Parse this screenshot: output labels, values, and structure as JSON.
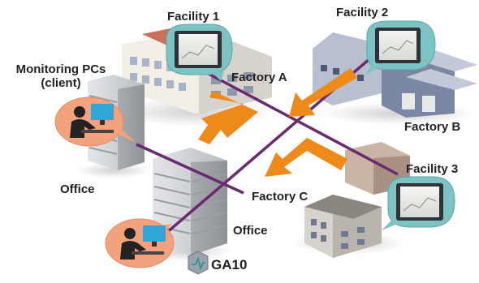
{
  "labels": {
    "monitoring_pcs_line1": "Monitoring PCs",
    "monitoring_pcs_line2": "(client)",
    "facility1": "Facility 1",
    "facility2": "Facility 2",
    "facility3": "Facility 3",
    "factory_a": "Factory A",
    "factory_b": "Factory B",
    "factory_c": "Factory C",
    "office_left": "Office",
    "office_center": "Office",
    "ga10": "GA10"
  },
  "colors": {
    "network_line": "#6a2a6e",
    "data_arrow": "#ee8a1a",
    "monitor_bubble": "#7ec3c3",
    "pc_bubble": "#f2a27c"
  }
}
